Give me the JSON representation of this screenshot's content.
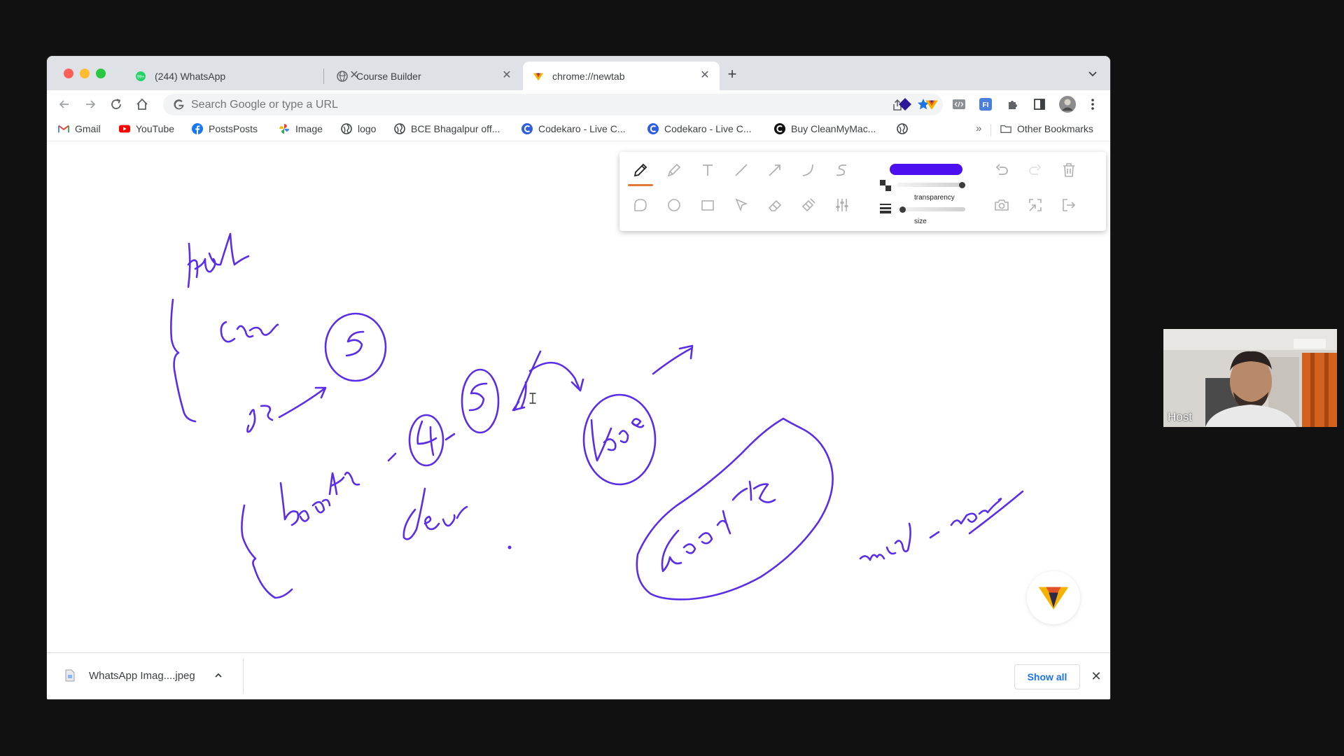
{
  "window": {
    "tabs": [
      {
        "label": "(244) WhatsApp",
        "icon": "whatsapp-icon",
        "badge": "99+"
      },
      {
        "label": "Course Builder",
        "icon": "globe-icon"
      },
      {
        "label": "chrome://newtab",
        "icon": "extension-logo-icon",
        "active": true
      }
    ]
  },
  "toolbar": {
    "omnibox_placeholder": "Search Google or type a URL"
  },
  "bookmarks": [
    {
      "label": "Gmail",
      "icon": "gmail-icon"
    },
    {
      "label": "YouTube",
      "icon": "youtube-icon"
    },
    {
      "label": "PostsPosts",
      "icon": "facebook-icon"
    },
    {
      "label": "Image",
      "icon": "pinwheel-icon"
    },
    {
      "label": "logo",
      "icon": "globe-icon"
    },
    {
      "label": "BCE Bhagalpur off...",
      "icon": "globe-icon"
    },
    {
      "label": "Codekaro - Live C...",
      "icon": "codekaro-icon"
    },
    {
      "label": "Codekaro - Live C...",
      "icon": "codekaro-icon"
    },
    {
      "label": "Buy CleanMyMac...",
      "icon": "cleanmymac-icon"
    },
    {
      "label": "",
      "icon": "globe-icon"
    }
  ],
  "bookmarks_overflow": "»",
  "other_bookmarks": "Other Bookmarks",
  "drawing_toolbar": {
    "selected_color": "#4b0ff0",
    "transparency_label": "transparency",
    "size_label": "size",
    "transparency_value": 1.0,
    "size_value": 0.05
  },
  "downloads": {
    "file_name": "WhatsApp Imag....jpeg",
    "show_all_label": "Show all"
  },
  "webcam": {
    "label": "Host"
  },
  "colors": {
    "ink": "#5a2ee6",
    "accent": "#e07a3b",
    "link_blue": "#1a73e8"
  }
}
